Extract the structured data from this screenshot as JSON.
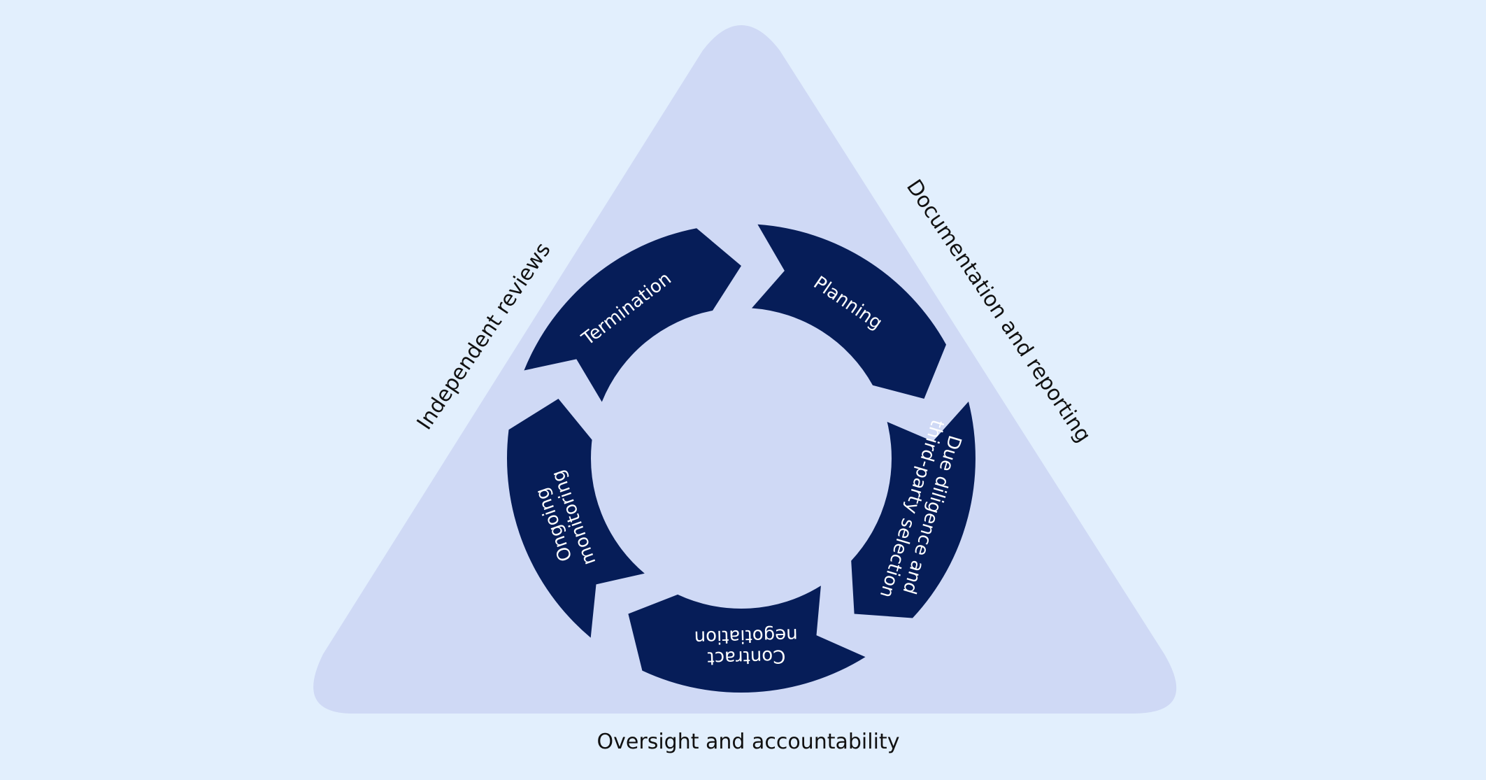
{
  "colors": {
    "background": "#e2effd",
    "triangle": "#cfd9f5",
    "segment": "#061d58",
    "segment_text": "#ffffff",
    "side_text": "#111111"
  },
  "cycle": {
    "segments": [
      {
        "label": [
          "Planning"
        ]
      },
      {
        "label": [
          "Due diligence and",
          "third-party selection"
        ]
      },
      {
        "label": [
          "Contract",
          "negotiation"
        ]
      },
      {
        "label": [
          "Ongoing",
          "monitoring"
        ]
      },
      {
        "label": [
          "Termination"
        ]
      }
    ]
  },
  "sides": {
    "left": "Independent reviews",
    "right": "Documentation and reporting",
    "bottom": "Oversight and accountability"
  }
}
